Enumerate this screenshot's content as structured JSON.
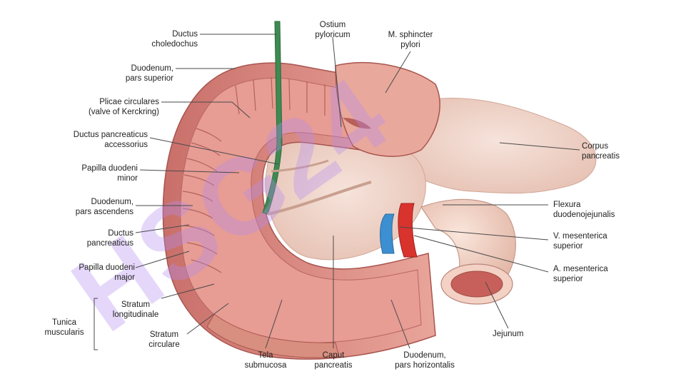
{
  "labels": {
    "ductus_choledochus": "Ductus\ncholedochus",
    "duodenum_pars_superior": "Duodenum,\npars superior",
    "plicae_circulares": "Plicae circulares\n(valve of Kerckring)",
    "ductus_pancreaticus_accessorius": "Ductus pancreaticus\naccessorius",
    "papilla_duodeni_minor": "Papilla duodeni\nminor",
    "duodenum_pars_ascendens": "Duodenum,\npars ascendens",
    "ductus_pancreaticus": "Ductus\npancreaticus",
    "papilla_duodeni_major": "Papilla duodeni\nmajor",
    "stratum_longitudinale": "Stratum\nlongitudinale",
    "tunica_muscularis": "Tunica\nmuscularis",
    "stratum_circulare": "Stratum\ncirculare",
    "tela_submucosa": "Tela\nsubmucosa",
    "caput_pancreatis": "Caput\npancreatis",
    "duodenum_pars_horizontalis": "Duodenum,\npars horizontalis",
    "jejunum": "Jejunum",
    "a_mesenterica_superior": "A. mesenterica\nsuperior",
    "v_mesenterica_superior": "V. mesenterica\nsuperior",
    "flexura_duodenojejunalis": "Flexura\nduodenojejunalis",
    "corpus_pancreatis": "Corpus\npancreatis",
    "m_sphincter_pylori": "M. sphincter\npylori",
    "ostium_pyloricum": "Ostium\npyloricum"
  },
  "watermark": {
    "text": "HSG24",
    "color": "#b48cf0"
  },
  "colors": {
    "mucosa": "#d98a86",
    "muscle": "#e6a898",
    "pancreas": "#efd3c8",
    "artery": "#d9332e",
    "vein": "#3c8fd0",
    "bile_duct": "#3e8a52"
  }
}
